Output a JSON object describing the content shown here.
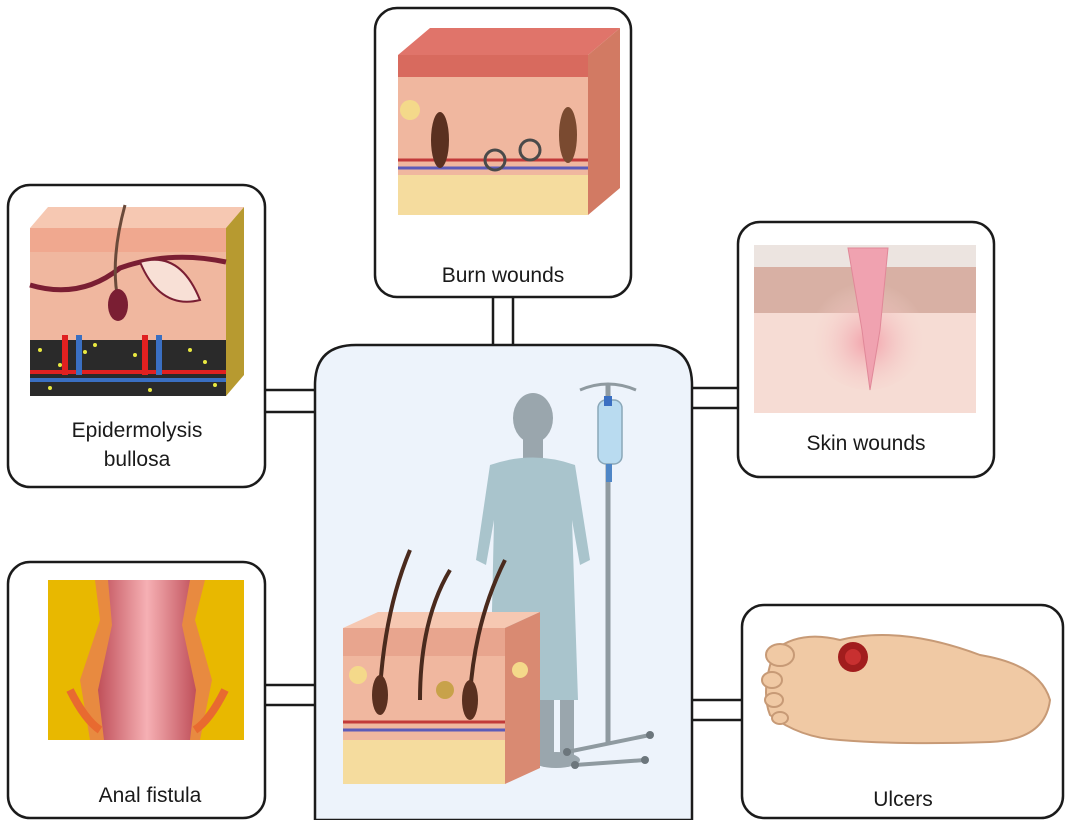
{
  "panels": {
    "burn": {
      "label": "Burn wounds"
    },
    "skin": {
      "label": "Skin wounds"
    },
    "eb": {
      "label_line1": "Epidermolysis",
      "label_line2": "bullosa"
    },
    "anal": {
      "label": "Anal fistula"
    },
    "ulcers": {
      "label": "Ulcers"
    }
  },
  "colors": {
    "panel_fill": "#edf3fb",
    "panel_stroke": "#1b1b1b",
    "skin_epidermis": "#e8a58e",
    "skin_dermis": "#f0b79f",
    "fat": "#f5dc9e",
    "anal_background": "#e8b800",
    "ulcer": "#a11d1d",
    "gown": "#a9c4cc",
    "silhouette": "#9aa6ad"
  }
}
